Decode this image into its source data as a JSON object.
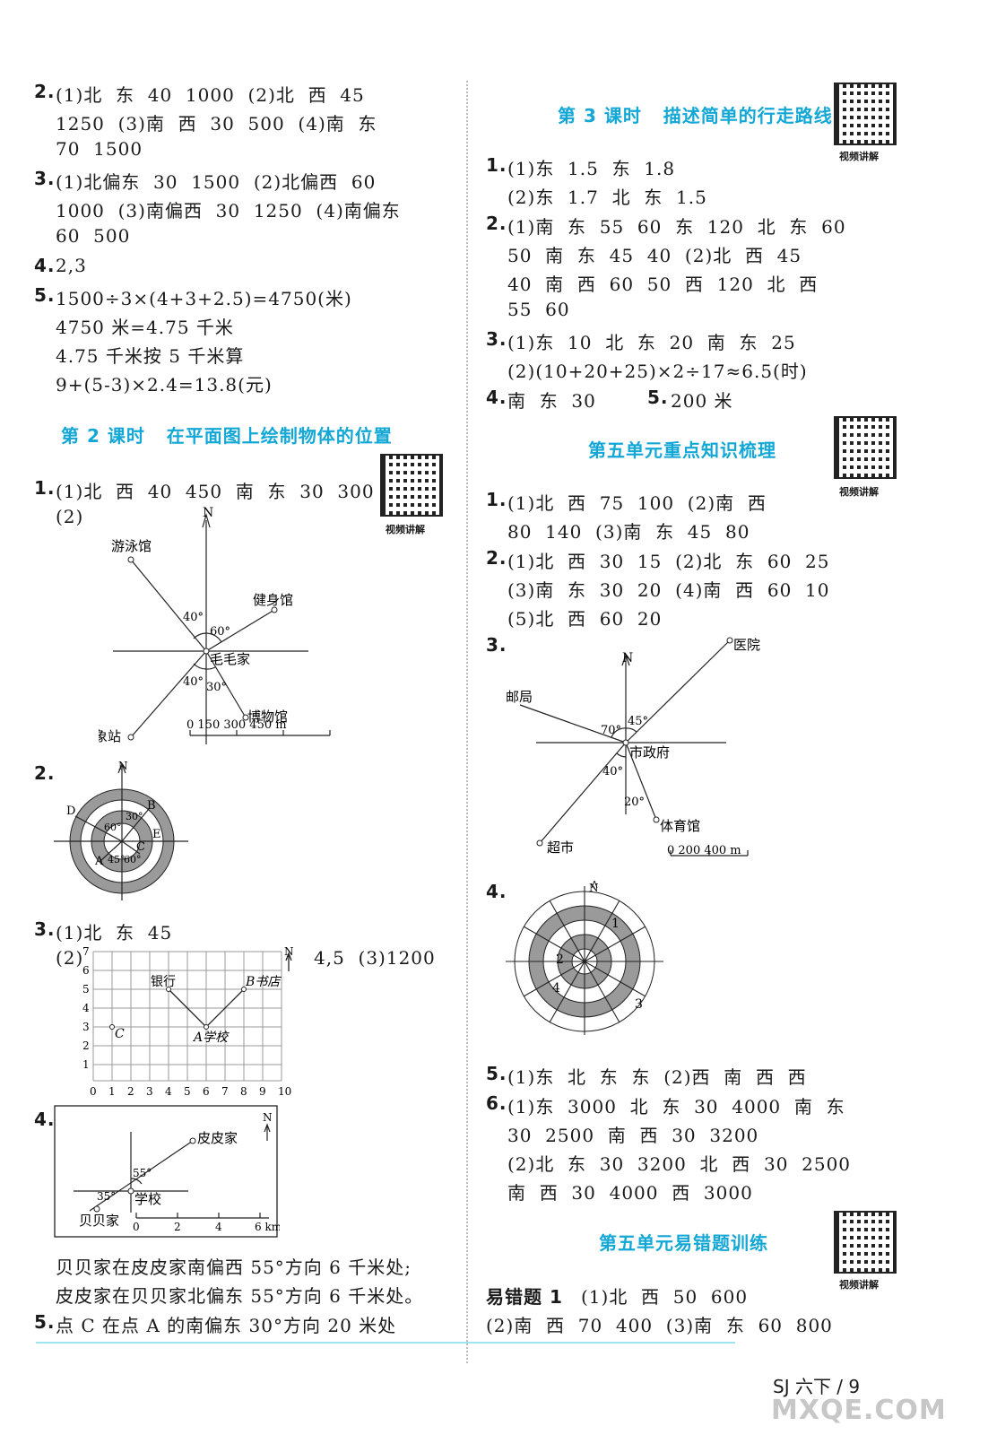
{
  "left": {
    "q2": {
      "num": "2.",
      "l1": "(1)北  东  40  1000  (2)北  西  45",
      "l2": "1250  (3)南  西  30  500  (4)南  东",
      "l3": "70  1500"
    },
    "q3": {
      "num": "3.",
      "l1": "(1)北偏东  30  1500  (2)北偏西  60",
      "l2": "1000  (3)南偏西  30  1250  (4)南偏东",
      "l3": "60  500"
    },
    "q4": {
      "num": "4.",
      "l1": "2,3"
    },
    "q5": {
      "num": "5.",
      "l1": "1500÷3×(4+3+2.5)=4750(米)",
      "l2": "4750 米=4.75 千米",
      "l3": "4.75 千米按 5 千米算",
      "l4": "9+(5-3)×2.4=13.8(元)"
    },
    "lesson2_title": "第 2 课时   在平面图上绘制物体的位置",
    "l2q1": {
      "num": "1.",
      "l1": "(1)北  西  40  450  南  东  30  300",
      "l2": "(2)"
    },
    "fig1": {
      "north": "N",
      "p1": "游泳馆",
      "p2": "健身馆",
      "center": "毛毛家",
      "p3": "博物馆",
      "p4": "气象站",
      "a1": "40°",
      "a2": "60°",
      "a3": "40°",
      "a4": "30°",
      "scale": "0   150   300   450 m"
    },
    "l2q2": {
      "num": "2."
    },
    "fig2": {
      "north": "N",
      "b": "B",
      "d": "D",
      "e": "E",
      "c": "C",
      "a": "A",
      "a1": "30°",
      "a2": "60°",
      "a3": "45°",
      "a4": "60°"
    },
    "l2q3": {
      "num": "3.",
      "l1": "(1)北  东  45",
      "l2": "(2)",
      "tail": "4,5  (3)1200"
    },
    "fig3": {
      "north": "N",
      "bank": "银行",
      "shop": "B书店",
      "school": "A学校",
      "c": "C",
      "xticks": [
        "0",
        "1",
        "2",
        "3",
        "4",
        "5",
        "6",
        "7",
        "8",
        "9",
        "10"
      ],
      "yticks": [
        "1",
        "2",
        "3",
        "4",
        "5",
        "6",
        "7"
      ]
    },
    "l2q4": {
      "num": "4."
    },
    "fig4": {
      "north": "N",
      "pipi": "皮皮家",
      "school": "学校",
      "beibei": "贝贝家",
      "a1": "55°",
      "a2": "35°",
      "scale": [
        "0",
        "2",
        "4",
        "6 km"
      ]
    },
    "l2q4_text": {
      "l1": "贝贝家在皮皮家南偏西 55°方向 6 千米处;",
      "l2": "皮皮家在贝贝家北偏东 55°方向 6 千米处。"
    },
    "l2q5": {
      "num": "5.",
      "l1": "点 C 在点 A 的南偏东 30°方向 20 米处"
    }
  },
  "right": {
    "lesson3_title": "第 3 课时   描述简单的行走路线",
    "q1": {
      "num": "1.",
      "l1": "(1)东  1.5  东  1.8",
      "l2": "(2)东  1.7  北  东  1.5"
    },
    "q2": {
      "num": "2.",
      "l1": "(1)南  东  55  60  东  120  北  东  60",
      "l2": "50  南  东  45  40  (2)北  西  45",
      "l3": "40  南  西  60  50  西  120  北  西",
      "l4": "55  60"
    },
    "q3": {
      "num": "3.",
      "l1": "(1)东  10  北  东  20  南  东  25",
      "l2": "(2)(10+20+25)×2÷17≈6.5(时)"
    },
    "q4": {
      "num": "4.",
      "l1": "南  东  30",
      "num5": "5.",
      "l5": "200 米"
    },
    "unit5_title": "第五单元重点知识梳理",
    "u1": {
      "num": "1.",
      "l1": "(1)北  西  75  100  (2)南  西",
      "l2": "80  140  (3)南  东  45  80"
    },
    "u2": {
      "num": "2.",
      "l1": "(1)北  西  30  15  (2)北  东  60  25",
      "l2": "(3)南  东  30  20  (4)南  西  60  10",
      "l3": "(5)北  西  60  20"
    },
    "u3": {
      "num": "3."
    },
    "fig5": {
      "north": "N",
      "hospital": "医院",
      "post": "邮局",
      "gov": "市政府",
      "market": "超市",
      "gym": "体育馆",
      "a1": "70°",
      "a2": "45°",
      "a3": "40°",
      "a4": "20°",
      "scale": "0   200   400 m"
    },
    "u4": {
      "num": "4."
    },
    "fig6": {
      "north": "N",
      "n1": "1",
      "n2": "2",
      "n3": "3",
      "n4": "4"
    },
    "u5": {
      "num": "5.",
      "l1": "(1)东  北  东  东  (2)西  南  西  西"
    },
    "u6": {
      "num": "6.",
      "l1": "(1)东  3000  北  东  30  4000  南  东",
      "l2": "30  2500  南  西  30  3200",
      "l3": "(2)北  东  30  3200  北  西  30  2500",
      "l4": "南  西  30  4000  西  3000"
    },
    "unit5_err_title": "第五单元易错题训练",
    "err": {
      "label": "易错题 1",
      "l1": "(1)北  西  50  600",
      "l2": "(2)南  西  70  400  (3)南  东  60  800"
    }
  },
  "qr_caption": "视频讲解",
  "footer": "SJ 六下 / 9",
  "watermark": "MXQE.COM"
}
